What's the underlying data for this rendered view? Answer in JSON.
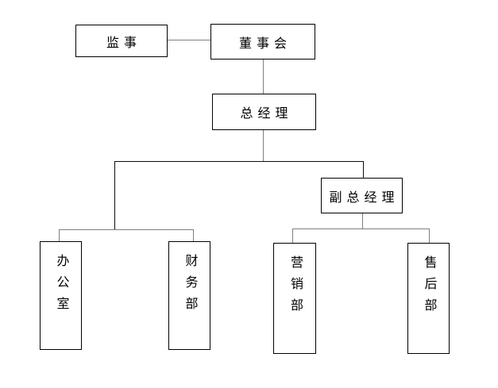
{
  "diagram": {
    "type": "org-chart",
    "nodes": {
      "supervisor": {
        "label": "监事",
        "text_orientation": "horizontal"
      },
      "board": {
        "label": "董事会",
        "text_orientation": "horizontal"
      },
      "general_manager": {
        "label": "总经理",
        "text_orientation": "horizontal"
      },
      "deputy_general_manager": {
        "label": "副总经理",
        "text_orientation": "horizontal"
      },
      "office": {
        "label": "办公室",
        "text_orientation": "vertical"
      },
      "finance_dept": {
        "label": "财务部",
        "text_orientation": "vertical"
      },
      "marketing_dept": {
        "label": "营销部",
        "text_orientation": "vertical"
      },
      "after_sales_dept": {
        "label": "售后部",
        "text_orientation": "vertical"
      }
    },
    "edges": [
      {
        "from": "supervisor",
        "to": "board",
        "style": "lateral"
      },
      {
        "from": "board",
        "to": "general_manager",
        "style": "vertical"
      },
      {
        "from": "general_manager",
        "to": "office",
        "style": "tree"
      },
      {
        "from": "general_manager",
        "to": "finance_dept",
        "style": "tree"
      },
      {
        "from": "general_manager",
        "to": "deputy_general_manager",
        "style": "tree"
      },
      {
        "from": "deputy_general_manager",
        "to": "marketing_dept",
        "style": "tree"
      },
      {
        "from": "deputy_general_manager",
        "to": "after_sales_dept",
        "style": "tree"
      }
    ],
    "colors": {
      "background": "#ffffff",
      "box_border": "#000000",
      "text": "#000000",
      "connector_gray": "#7f7f7f",
      "connector_black": "#0d0d0d"
    }
  }
}
